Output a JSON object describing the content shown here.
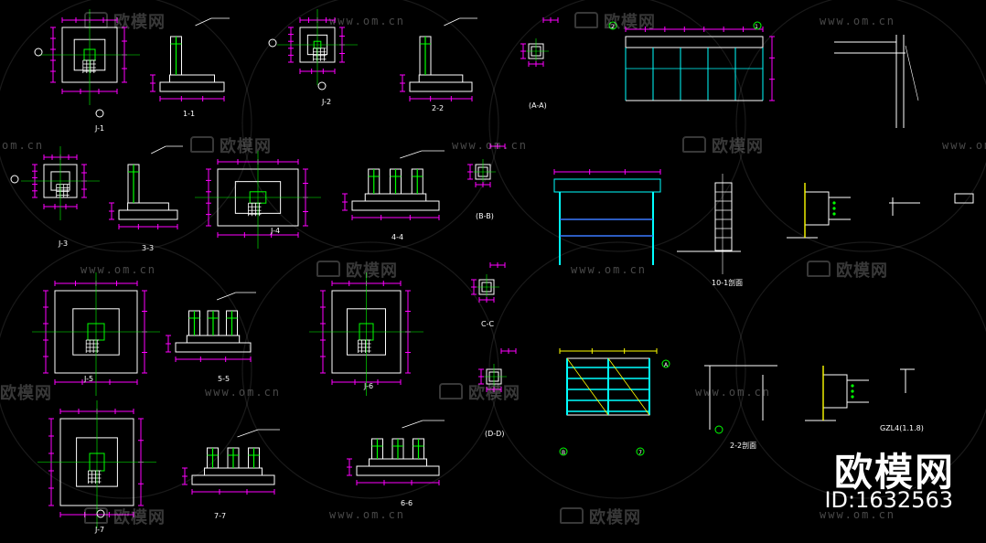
{
  "watermark": {
    "brand": "欧模网",
    "url": "www.om.cn",
    "url_short": "om.cn"
  },
  "brand": {
    "name": "欧模网",
    "id": "ID:1632563"
  },
  "labels": {
    "j1": "J-1",
    "s1": "1-1",
    "j2": "J-2",
    "s22": "2-2",
    "aa": "(A-A)",
    "j3": "J-3",
    "s33": "3-3",
    "j4": "J-4",
    "s44": "4-4",
    "bb": "(B-B)",
    "j5": "J-5",
    "s55": "5-5",
    "j6": "J-6",
    "cc": "C-C",
    "j7": "J-7",
    "s77": "7-7",
    "s66": "6-6",
    "dd": "(D-D)",
    "sec1": "10-1剖面",
    "sec2": "2-2剖面",
    "gzl": "GZL4(1.1.8)",
    "circ": [
      "1",
      "2",
      "A",
      "B",
      "7"
    ]
  },
  "colors": {
    "bg": "#000000",
    "magenta": "#ff00ff",
    "white": "#ffffff",
    "green": "#00ff00",
    "cyan": "#00ffff",
    "yellow": "#ffff00",
    "blue": "#3a7bff"
  }
}
